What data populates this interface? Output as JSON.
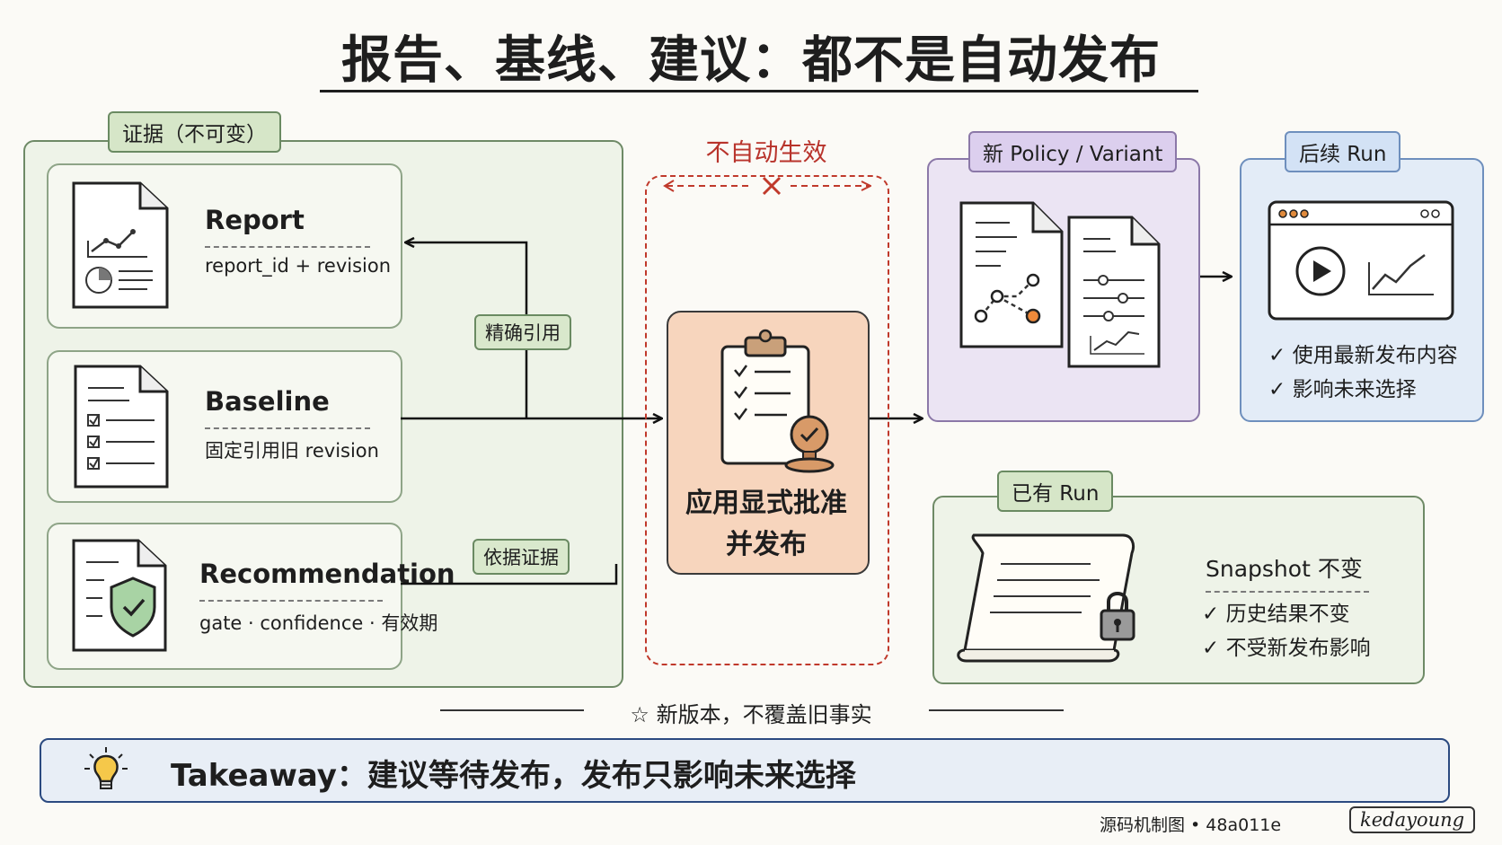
{
  "title": "报告、基线、建议：都不是自动发布",
  "evidence": {
    "label": "证据（不可变）",
    "report": {
      "title": "Report",
      "sub": "report_id + revision"
    },
    "baseline": {
      "title": "Baseline",
      "sub": "固定引用旧 revision"
    },
    "recommendation": {
      "title": "Recommendation",
      "sub": "gate · confidence · 有效期"
    },
    "precise_ref": "精确引用",
    "basis_evidence": "依据证据"
  },
  "gate": {
    "not_auto": "不自动生效",
    "approve_line1": "应用显式批准",
    "approve_line2": "并发布"
  },
  "policy": {
    "label": "新 Policy / Variant"
  },
  "next_run": {
    "label": "后续 Run",
    "items": [
      "✓ 使用最新发布内容",
      "✓ 影响未来选择"
    ]
  },
  "existing_run": {
    "label": "已有 Run",
    "snapshot": "Snapshot 不变",
    "items": [
      "✓ 历史结果不变",
      "✓ 不受新发布影响"
    ]
  },
  "footer_note": "☆ 新版本，不覆盖旧事实",
  "takeaway": "Takeaway：建议等待发布，发布只影响未来选择",
  "credit": "源码机制图 • 48a011e",
  "signature": "kedayoung",
  "icons": [
    "report-doc-icon",
    "baseline-doc-icon",
    "recommendation-doc-icon",
    "clipboard-icon",
    "stamp-icon",
    "policy-doc-icon",
    "variant-doc-icon",
    "browser-window-icon",
    "play-icon",
    "scroll-icon",
    "lock-icon",
    "lightbulb-icon",
    "star-icon"
  ],
  "colors": {
    "evidence_green": "#eef3e8",
    "approve_orange": "#f7d5bd",
    "policy_purple": "#ebe4f3",
    "run_blue": "#e3ecf7",
    "red_dashed": "#c0392b",
    "takeaway_navy": "#2b4a80"
  }
}
